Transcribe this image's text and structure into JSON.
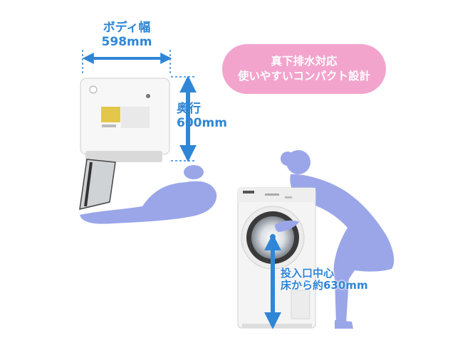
{
  "dimensions": {
    "width_label": "ボディ幅",
    "width_value": "598mm",
    "depth_label": "奥行",
    "depth_value": "600mm",
    "height_label": "投入口中心",
    "height_value": "床から約630mm"
  },
  "callout": {
    "line1": "真下排水対応",
    "line2": "使いやすいコンパクト設計"
  },
  "colors": {
    "arrow": "#2f86d6",
    "callout_bg": "#f3a4cd",
    "silhouette": "#9aa6e8"
  }
}
